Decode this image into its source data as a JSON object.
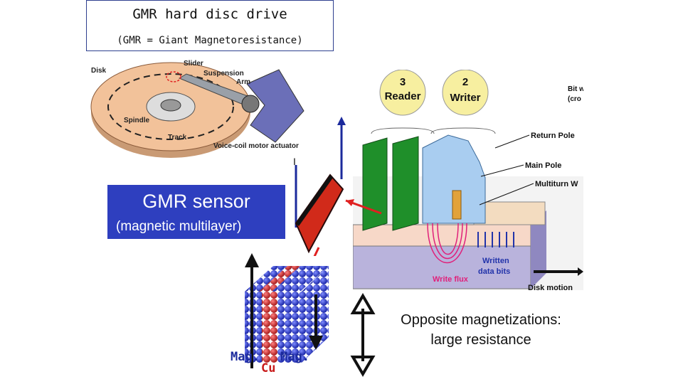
{
  "title_box": {
    "title": "GMR hard disc drive",
    "subtitle": "(GMR = Giant Magnetoresistance)"
  },
  "hdd": {
    "labels": {
      "disk": "Disk",
      "slider": "Slider",
      "suspension": "Suspension",
      "arm": "Arm",
      "spindle": "Spindle",
      "track": "Track",
      "actuator": "Voice-coil motor actuator"
    }
  },
  "current_label": "I",
  "gmr_sensor": {
    "title": "GMR sensor",
    "subtitle": "(magnetic multilayer)"
  },
  "head": {
    "reader_number": "3",
    "reader_label": "Reader",
    "writer_number": "2",
    "writer_label": "Writer",
    "side_labels": [
      "Bit w",
      "(cro",
      "Return Pole",
      "Main Pole",
      "Multiturn W",
      "Written",
      "data bits",
      "Write flux",
      "Disk motion"
    ]
  },
  "multilayer": {
    "mag_left": "Mag.",
    "mag_right": "Mag.",
    "spacer": "Cu"
  },
  "caption": {
    "line1": "Opposite magnetizations:",
    "line2": "large resistance"
  },
  "colors": {
    "gmr_box": "#2e3fbf",
    "reader_bubble": "#f7efa0",
    "reader_block": "#1f8f2a",
    "writer_block": "#a9cdf0",
    "disk": "#f2c29a",
    "sphere_blue": "#2233cc",
    "sphere_red": "#cc2222"
  }
}
